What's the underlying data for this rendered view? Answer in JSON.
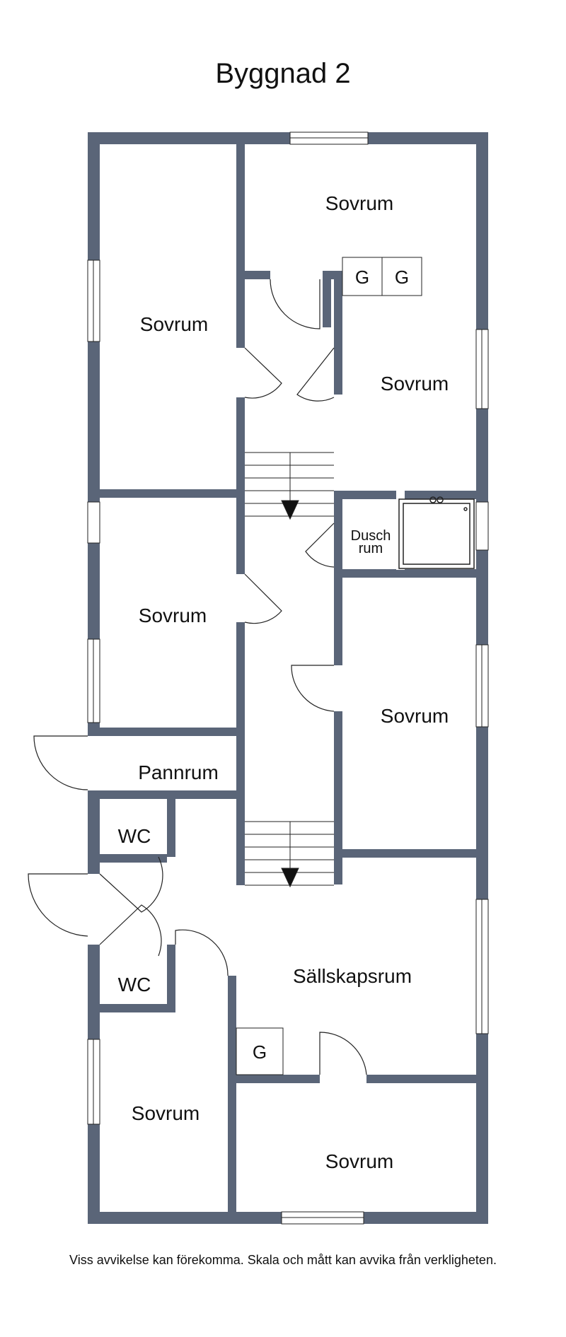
{
  "title": "Byggnad 2",
  "footer": "Viss avvikelse kan förekomma. Skala och mått kan avvika från verkligheten.",
  "colors": {
    "wall": "#5a6578",
    "line": "#222222",
    "window": "#ffffff"
  },
  "rooms": {
    "sovrum_top": "Sovrum",
    "sovrum_left_top": "Sovrum",
    "sovrum_right_upper": "Sovrum",
    "dusch_rum_line1": "Dusch",
    "dusch_rum_line2": "rum",
    "sovrum_left_mid": "Sovrum",
    "sovrum_right_mid": "Sovrum",
    "pannrum": "Pannrum",
    "wc_upper": "WC",
    "wc_lower": "WC",
    "sallskapsrum": "Sällskapsrum",
    "sovrum_bottom_left": "Sovrum",
    "sovrum_bottom_right": "Sovrum"
  },
  "appliances": {
    "g1": "G",
    "g2": "G",
    "g3": "G"
  }
}
